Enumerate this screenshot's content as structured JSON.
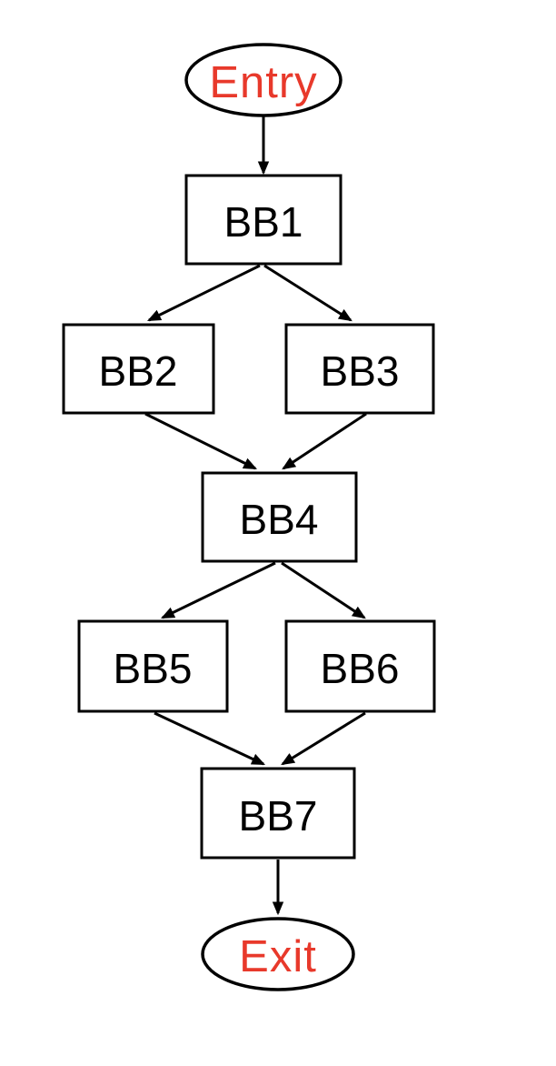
{
  "diagram": {
    "type": "control-flow-graph",
    "colors": {
      "background": "#FFFFFF",
      "node_fill": "#FFFFFF",
      "node_border": "#000000",
      "edge": "#000000",
      "terminal_text": "#E8392B",
      "block_text": "#000000"
    },
    "nodes": [
      {
        "id": "entry",
        "label": "Entry",
        "shape": "ellipse",
        "text_color": "#E8392B"
      },
      {
        "id": "bb1",
        "label": "BB1",
        "shape": "rect",
        "text_color": "#000000"
      },
      {
        "id": "bb2",
        "label": "BB2",
        "shape": "rect",
        "text_color": "#000000"
      },
      {
        "id": "bb3",
        "label": "BB3",
        "shape": "rect",
        "text_color": "#000000"
      },
      {
        "id": "bb4",
        "label": "BB4",
        "shape": "rect",
        "text_color": "#000000"
      },
      {
        "id": "bb5",
        "label": "BB5",
        "shape": "rect",
        "text_color": "#000000"
      },
      {
        "id": "bb6",
        "label": "BB6",
        "shape": "rect",
        "text_color": "#000000"
      },
      {
        "id": "bb7",
        "label": "BB7",
        "shape": "rect",
        "text_color": "#000000"
      },
      {
        "id": "exit",
        "label": "Exit",
        "shape": "ellipse",
        "text_color": "#E8392B"
      }
    ],
    "edges": [
      {
        "from": "entry",
        "to": "bb1"
      },
      {
        "from": "bb1",
        "to": "bb2"
      },
      {
        "from": "bb1",
        "to": "bb3"
      },
      {
        "from": "bb2",
        "to": "bb4"
      },
      {
        "from": "bb3",
        "to": "bb4"
      },
      {
        "from": "bb4",
        "to": "bb5"
      },
      {
        "from": "bb4",
        "to": "bb6"
      },
      {
        "from": "bb5",
        "to": "bb7"
      },
      {
        "from": "bb6",
        "to": "bb7"
      },
      {
        "from": "bb7",
        "to": "exit"
      }
    ]
  }
}
